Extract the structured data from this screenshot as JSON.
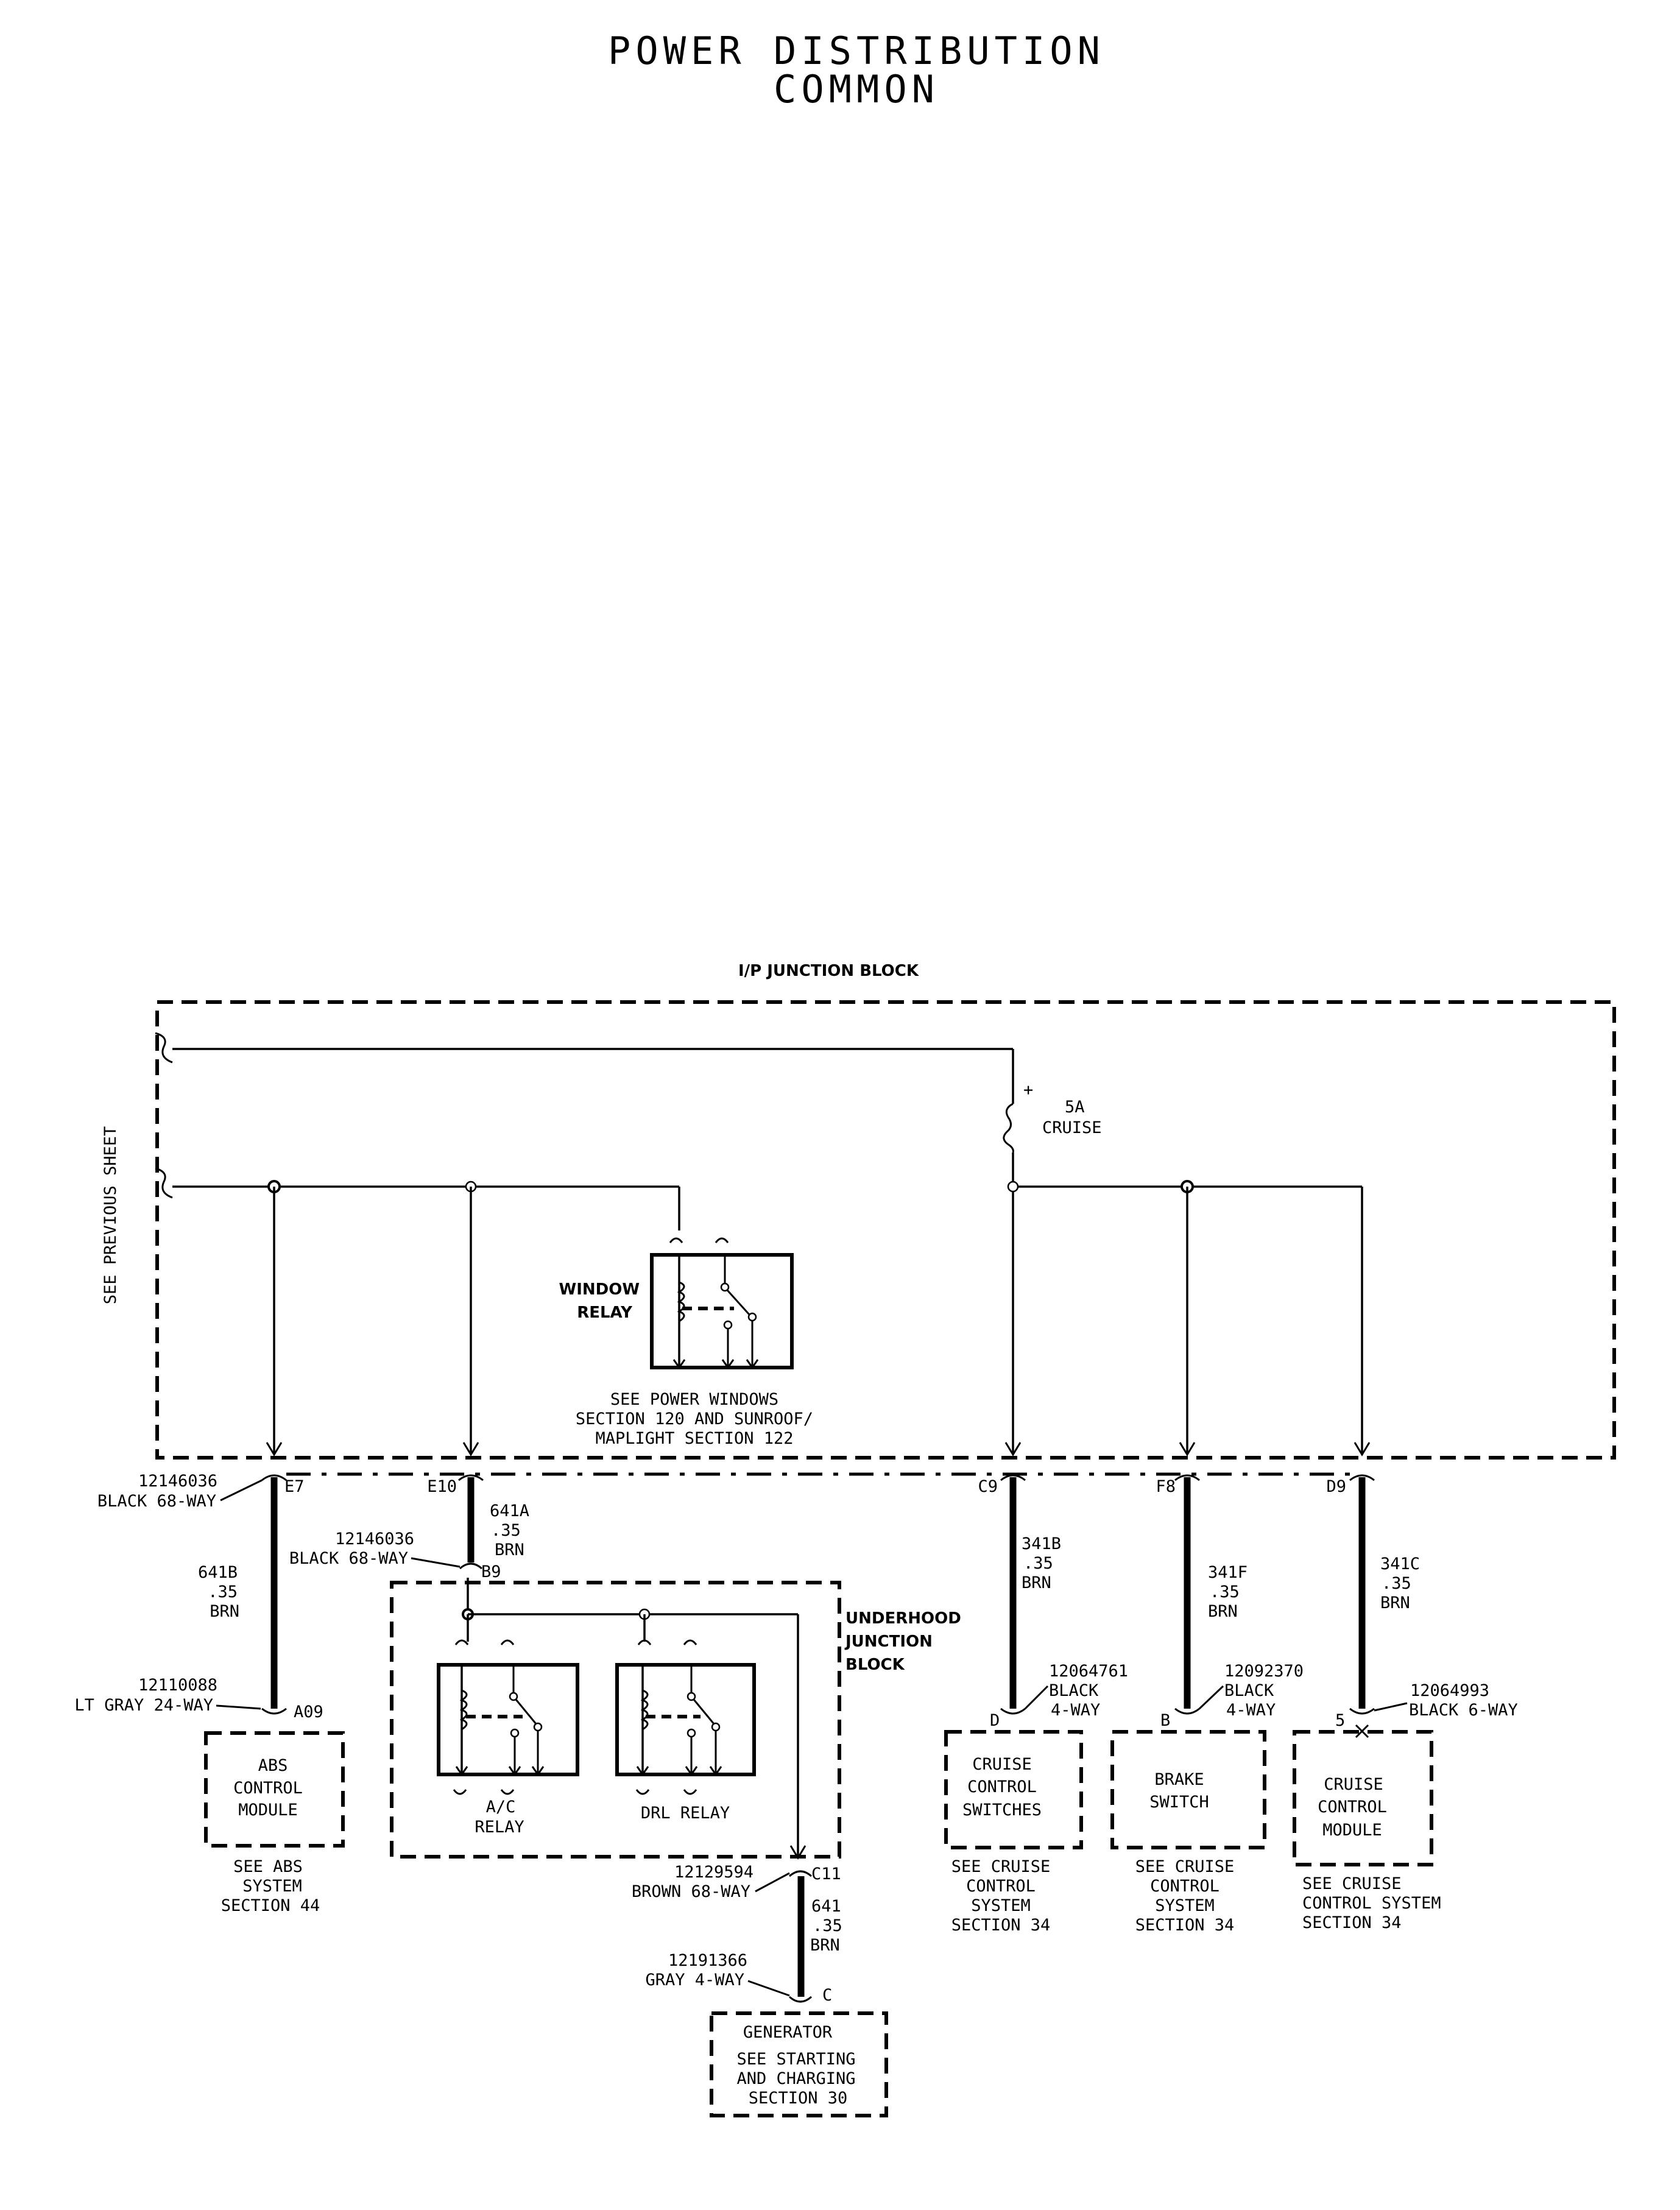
{
  "title": {
    "line1": "POWER DISTRIBUTION",
    "line2": "COMMON"
  },
  "ip_block": {
    "label": "I/P JUNCTION BLOCK",
    "see_previous": "SEE PREVIOUS SHEET",
    "fuse_polarity": "+",
    "fuse_rating": "5A",
    "fuse_name": "CRUISE",
    "window_relay_line1": "WINDOW",
    "window_relay_line2": "RELAY",
    "window_note_1": "SEE POWER WINDOWS",
    "window_note_2": "SECTION 120 AND SUNROOF/",
    "window_note_3": "MAPLIGHT SECTION 122"
  },
  "pins": {
    "e7": "E7",
    "e10": "E10",
    "c9": "C9",
    "f8": "F8",
    "d9": "D9",
    "b9": "B9",
    "c11": "C11",
    "a09": "A09",
    "d": "D",
    "b": "B",
    "five": "5",
    "c": "C"
  },
  "connectors": {
    "e7_part": "12146036",
    "e7_desc": "BLACK 68-WAY",
    "b9_part": "12146036",
    "b9_desc": "BLACK 68-WAY",
    "a09_part": "12110088",
    "a09_desc": "LT GRAY 24-WAY",
    "c11_part": "12129594",
    "c11_desc": "BROWN 68-WAY",
    "gen_part": "12191366",
    "gen_desc": "GRAY 4-WAY",
    "d_part": "12064761",
    "d_color": "BLACK",
    "d_way": "4-WAY",
    "b_part": "12092370",
    "b_color": "BLACK",
    "b_way": "4-WAY",
    "five_part": "12064993",
    "five_desc": "BLACK 6-WAY"
  },
  "wires": {
    "w641b": [
      "641B",
      ".35",
      "BRN"
    ],
    "w641a": [
      "641A",
      ".35",
      "BRN"
    ],
    "w641": [
      "641",
      ".35",
      "BRN"
    ],
    "w341b": [
      "341B",
      ".35",
      "BRN"
    ],
    "w341f": [
      "341F",
      ".35",
      "BRN"
    ],
    "w341c": [
      "341C",
      ".35",
      "BRN"
    ]
  },
  "underhood": {
    "label": [
      "UNDERHOOD",
      "JUNCTION",
      "BLOCK"
    ],
    "ac_relay": [
      "A/C",
      "RELAY"
    ],
    "drl_relay": "DRL RELAY"
  },
  "components": {
    "abs": [
      "ABS",
      "CONTROL",
      "MODULE"
    ],
    "abs_note": [
      "SEE ABS",
      "SYSTEM",
      "SECTION 44"
    ],
    "cruise_sw": [
      "CRUISE",
      "CONTROL",
      "SWITCHES"
    ],
    "cruise_sw_note": [
      "SEE CRUISE",
      "CONTROL",
      "SYSTEM",
      "SECTION 34"
    ],
    "brake": [
      "BRAKE",
      "SWITCH"
    ],
    "brake_note": [
      "SEE CRUISE",
      "CONTROL",
      "SYSTEM",
      "SECTION 34"
    ],
    "cruise_mod": [
      "CRUISE",
      "CONTROL",
      "MODULE"
    ],
    "cruise_mod_note": [
      "SEE CRUISE",
      "CONTROL SYSTEM",
      "SECTION 34"
    ],
    "generator": "GENERATOR",
    "gen_note": [
      "SEE STARTING",
      "AND CHARGING",
      "SECTION 30"
    ]
  }
}
